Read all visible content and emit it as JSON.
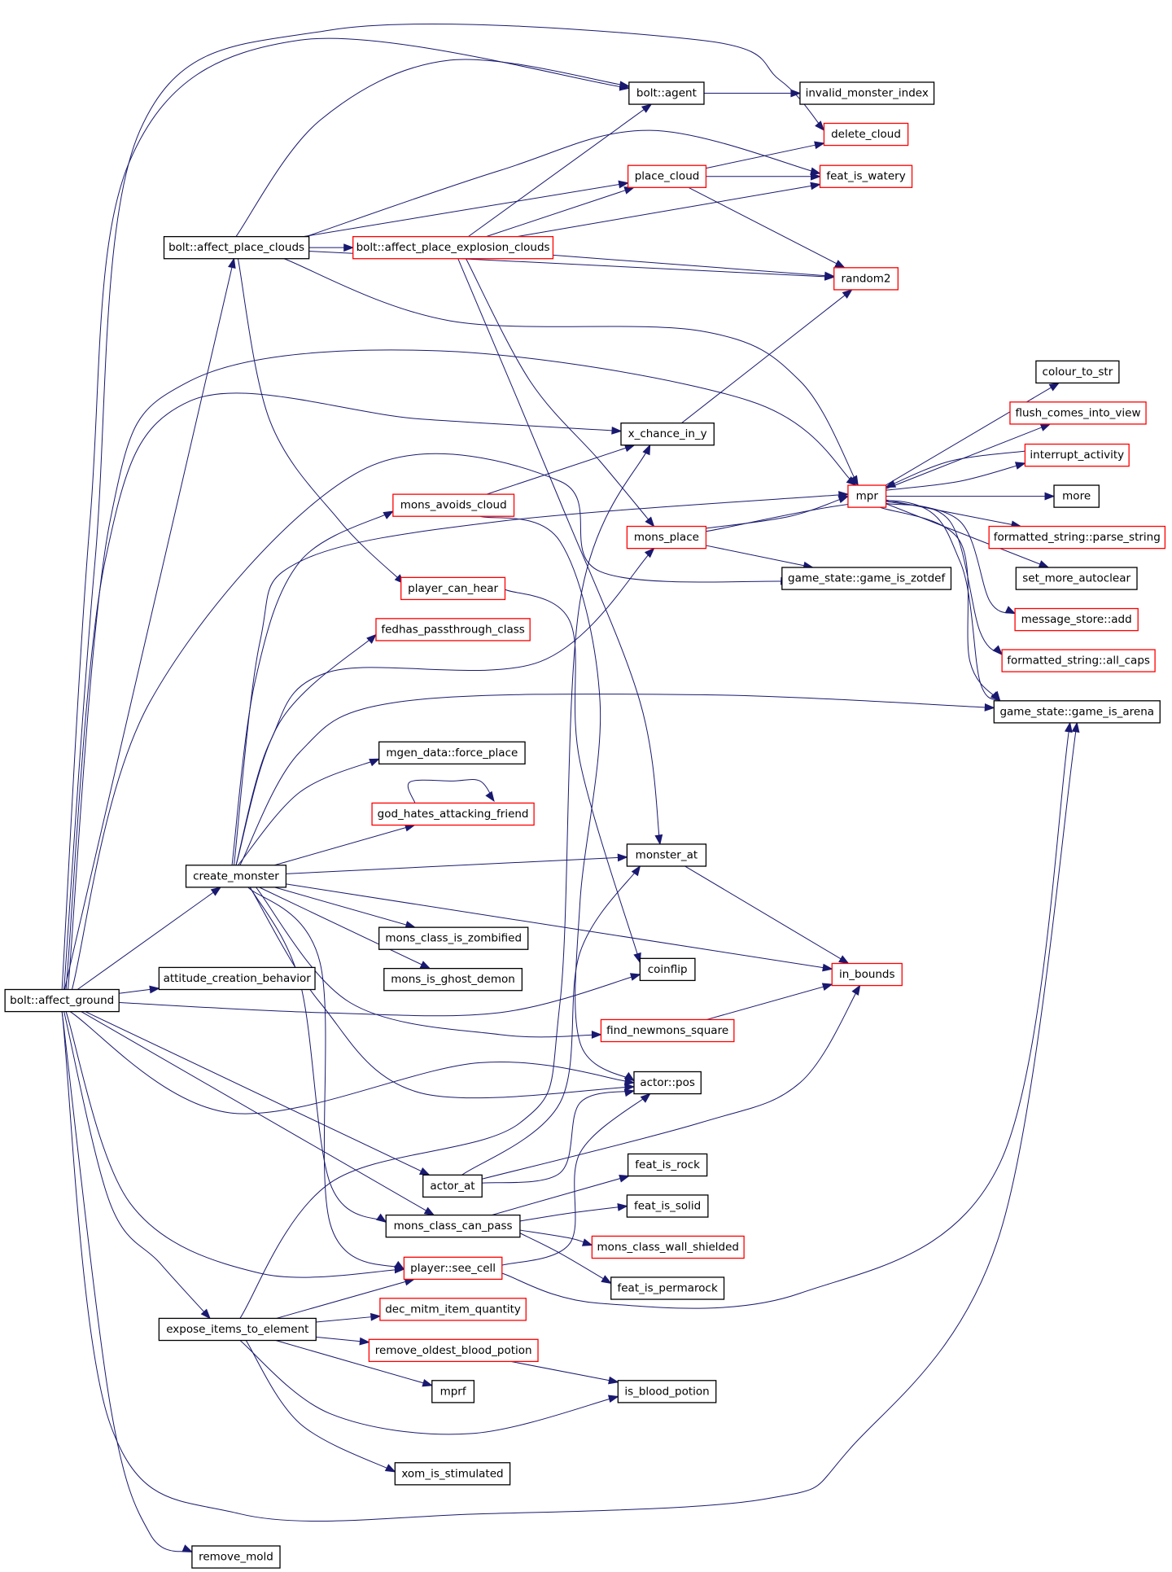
{
  "colors": {
    "edge": "#191970",
    "node_text": "#000000",
    "border_documented": "#000000",
    "border_undocumented": "#ff0000",
    "root_fill": "#bfbfbf"
  },
  "nodes": [
    {
      "id": "affect_ground",
      "label": "bolt::affect_ground",
      "border": "black",
      "root": true
    },
    {
      "id": "affect_place_clouds",
      "label": "bolt::affect_place_clouds",
      "border": "black"
    },
    {
      "id": "affect_place_explosion_clouds",
      "label": "bolt::affect_place_explosion_clouds",
      "border": "red"
    },
    {
      "id": "agent",
      "label": "bolt::agent",
      "border": "black"
    },
    {
      "id": "invalid_monster_index",
      "label": "invalid_monster_index",
      "border": "black"
    },
    {
      "id": "delete_cloud",
      "label": "delete_cloud",
      "border": "red"
    },
    {
      "id": "place_cloud",
      "label": "place_cloud",
      "border": "red"
    },
    {
      "id": "feat_is_watery",
      "label": "feat_is_watery",
      "border": "red"
    },
    {
      "id": "random2",
      "label": "random2",
      "border": "red"
    },
    {
      "id": "colour_to_str",
      "label": "colour_to_str",
      "border": "black"
    },
    {
      "id": "flush_comes_into_view",
      "label": "flush_comes_into_view",
      "border": "red"
    },
    {
      "id": "interrupt_activity",
      "label": "interrupt_activity",
      "border": "red"
    },
    {
      "id": "x_chance_in_y",
      "label": "x_chance_in_y",
      "border": "black"
    },
    {
      "id": "more",
      "label": "more",
      "border": "black"
    },
    {
      "id": "mpr",
      "label": "mpr",
      "border": "red"
    },
    {
      "id": "mons_avoids_cloud",
      "label": "mons_avoids_cloud",
      "border": "red"
    },
    {
      "id": "parse_string",
      "label": "formatted_string::parse_string",
      "border": "red"
    },
    {
      "id": "mons_place",
      "label": "mons_place",
      "border": "red"
    },
    {
      "id": "game_is_zotdef",
      "label": "game_state::game_is_zotdef",
      "border": "black"
    },
    {
      "id": "set_more_autoclear",
      "label": "set_more_autoclear",
      "border": "black"
    },
    {
      "id": "player_can_hear",
      "label": "player_can_hear",
      "border": "red"
    },
    {
      "id": "message_store_add",
      "label": "message_store::add",
      "border": "red"
    },
    {
      "id": "fedhas_passthrough_class",
      "label": "fedhas_passthrough_class",
      "border": "red"
    },
    {
      "id": "all_caps",
      "label": "formatted_string::all_caps",
      "border": "red"
    },
    {
      "id": "game_is_arena",
      "label": "game_state::game_is_arena",
      "border": "black"
    },
    {
      "id": "force_place",
      "label": "mgen_data::force_place",
      "border": "black"
    },
    {
      "id": "god_hates_attacking_friend",
      "label": "god_hates_attacking_friend",
      "border": "red"
    },
    {
      "id": "monster_at",
      "label": "monster_at",
      "border": "black"
    },
    {
      "id": "create_monster",
      "label": "create_monster",
      "border": "black"
    },
    {
      "id": "mons_class_is_zombified",
      "label": "mons_class_is_zombified",
      "border": "black"
    },
    {
      "id": "coinflip",
      "label": "coinflip",
      "border": "black"
    },
    {
      "id": "in_bounds",
      "label": "in_bounds",
      "border": "red"
    },
    {
      "id": "attitude_creation_behavior",
      "label": "attitude_creation_behavior",
      "border": "black"
    },
    {
      "id": "mons_is_ghost_demon",
      "label": "mons_is_ghost_demon",
      "border": "black"
    },
    {
      "id": "find_newmons_square",
      "label": "find_newmons_square",
      "border": "red"
    },
    {
      "id": "actor_pos",
      "label": "actor::pos",
      "border": "black"
    },
    {
      "id": "actor_at",
      "label": "actor_at",
      "border": "black"
    },
    {
      "id": "feat_is_rock",
      "label": "feat_is_rock",
      "border": "black"
    },
    {
      "id": "feat_is_solid",
      "label": "feat_is_solid",
      "border": "black"
    },
    {
      "id": "mons_class_can_pass",
      "label": "mons_class_can_pass",
      "border": "black"
    },
    {
      "id": "mons_class_wall_shielded",
      "label": "mons_class_wall_shielded",
      "border": "red"
    },
    {
      "id": "player_see_cell",
      "label": "player::see_cell",
      "border": "red"
    },
    {
      "id": "feat_is_permarock",
      "label": "feat_is_permarock",
      "border": "black"
    },
    {
      "id": "dec_mitm_item_quantity",
      "label": "dec_mitm_item_quantity",
      "border": "red"
    },
    {
      "id": "expose_items_to_element",
      "label": "expose_items_to_element",
      "border": "black"
    },
    {
      "id": "remove_oldest_blood_potion",
      "label": "remove_oldest_blood_potion",
      "border": "red"
    },
    {
      "id": "mprf",
      "label": "mprf",
      "border": "black"
    },
    {
      "id": "is_blood_potion",
      "label": "is_blood_potion",
      "border": "black"
    },
    {
      "id": "xom_is_stimulated",
      "label": "xom_is_stimulated",
      "border": "black"
    },
    {
      "id": "remove_mold",
      "label": "remove_mold",
      "border": "black"
    }
  ],
  "edges": [
    [
      "affect_ground",
      "affect_place_clouds"
    ],
    [
      "affect_ground",
      "create_monster"
    ],
    [
      "affect_ground",
      "attitude_creation_behavior"
    ],
    [
      "affect_ground",
      "coinflip"
    ],
    [
      "affect_ground",
      "actor_at"
    ],
    [
      "affect_ground",
      "mons_class_can_pass"
    ],
    [
      "affect_ground",
      "player_see_cell"
    ],
    [
      "affect_ground",
      "expose_items_to_element"
    ],
    [
      "affect_ground",
      "remove_mold"
    ],
    [
      "affect_ground",
      "agent"
    ],
    [
      "affect_ground",
      "delete_cloud"
    ],
    [
      "affect_ground",
      "x_chance_in_y"
    ],
    [
      "affect_ground",
      "mpr"
    ],
    [
      "affect_ground",
      "game_is_zotdef"
    ],
    [
      "affect_ground",
      "game_is_arena"
    ],
    [
      "affect_ground",
      "actor_pos"
    ],
    [
      "affect_place_clouds",
      "affect_place_explosion_clouds"
    ],
    [
      "affect_place_clouds",
      "agent"
    ],
    [
      "affect_place_clouds",
      "place_cloud"
    ],
    [
      "affect_place_clouds",
      "feat_is_watery"
    ],
    [
      "affect_place_clouds",
      "random2"
    ],
    [
      "affect_place_clouds",
      "mpr"
    ],
    [
      "affect_place_clouds",
      "player_can_hear"
    ],
    [
      "affect_place_explosion_clouds",
      "agent"
    ],
    [
      "affect_place_explosion_clouds",
      "place_cloud"
    ],
    [
      "affect_place_explosion_clouds",
      "feat_is_watery"
    ],
    [
      "affect_place_explosion_clouds",
      "random2"
    ],
    [
      "affect_place_explosion_clouds",
      "mons_place"
    ],
    [
      "affect_place_explosion_clouds",
      "monster_at"
    ],
    [
      "agent",
      "invalid_monster_index"
    ],
    [
      "place_cloud",
      "delete_cloud"
    ],
    [
      "place_cloud",
      "feat_is_watery"
    ],
    [
      "place_cloud",
      "random2"
    ],
    [
      "x_chance_in_y",
      "random2"
    ],
    [
      "mpr",
      "colour_to_str"
    ],
    [
      "mpr",
      "flush_comes_into_view"
    ],
    [
      "mpr",
      "interrupt_activity"
    ],
    [
      "mpr",
      "more"
    ],
    [
      "mpr",
      "parse_string"
    ],
    [
      "mpr",
      "set_more_autoclear"
    ],
    [
      "mpr",
      "message_store_add"
    ],
    [
      "mpr",
      "all_caps"
    ],
    [
      "mpr",
      "game_is_arena"
    ],
    [
      "interrupt_activity",
      "mpr"
    ],
    [
      "mons_avoids_cloud",
      "x_chance_in_y"
    ],
    [
      "mons_avoids_cloud",
      "actor_pos"
    ],
    [
      "mons_place",
      "mpr"
    ],
    [
      "mons_place",
      "game_is_zotdef"
    ],
    [
      "mons_place",
      "game_is_arena"
    ],
    [
      "player_can_hear",
      "coinflip"
    ],
    [
      "create_monster",
      "mons_avoids_cloud"
    ],
    [
      "create_monster",
      "mpr"
    ],
    [
      "create_monster",
      "mons_place"
    ],
    [
      "create_monster",
      "fedhas_passthrough_class"
    ],
    [
      "create_monster",
      "game_is_arena"
    ],
    [
      "create_monster",
      "force_place"
    ],
    [
      "create_monster",
      "god_hates_attacking_friend"
    ],
    [
      "create_monster",
      "monster_at"
    ],
    [
      "create_monster",
      "mons_class_is_zombified"
    ],
    [
      "create_monster",
      "mons_is_ghost_demon"
    ],
    [
      "create_monster",
      "in_bounds"
    ],
    [
      "create_monster",
      "find_newmons_square"
    ],
    [
      "create_monster",
      "actor_pos"
    ],
    [
      "create_monster",
      "mons_class_can_pass"
    ],
    [
      "create_monster",
      "player_see_cell"
    ],
    [
      "god_hates_attacking_friend",
      "god_hates_attacking_friend"
    ],
    [
      "monster_at",
      "in_bounds"
    ],
    [
      "find_newmons_square",
      "in_bounds"
    ],
    [
      "actor_at",
      "monster_at"
    ],
    [
      "actor_at",
      "actor_pos"
    ],
    [
      "actor_at",
      "in_bounds"
    ],
    [
      "mons_class_can_pass",
      "feat_is_rock"
    ],
    [
      "mons_class_can_pass",
      "feat_is_solid"
    ],
    [
      "mons_class_can_pass",
      "mons_class_wall_shielded"
    ],
    [
      "mons_class_can_pass",
      "feat_is_permarock"
    ],
    [
      "player_see_cell",
      "actor_pos"
    ],
    [
      "player_see_cell",
      "game_is_arena"
    ],
    [
      "expose_items_to_element",
      "player_see_cell"
    ],
    [
      "expose_items_to_element",
      "dec_mitm_item_quantity"
    ],
    [
      "expose_items_to_element",
      "remove_oldest_blood_potion"
    ],
    [
      "expose_items_to_element",
      "mprf"
    ],
    [
      "expose_items_to_element",
      "is_blood_potion"
    ],
    [
      "expose_items_to_element",
      "xom_is_stimulated"
    ],
    [
      "expose_items_to_element",
      "x_chance_in_y"
    ],
    [
      "remove_oldest_blood_potion",
      "is_blood_potion"
    ]
  ]
}
